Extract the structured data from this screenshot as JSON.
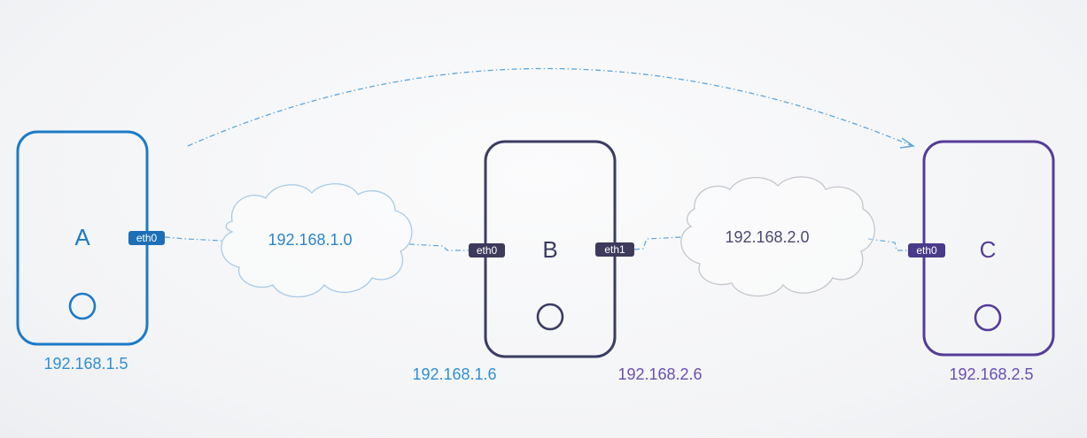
{
  "colors": {
    "host_a": "#1d7ac6",
    "host_b": "#3b3c63",
    "host_c": "#553c98",
    "net1_text": "#2b86cc",
    "net2_text": "#4b4a72",
    "ip_blue": "#2f8fd6",
    "ip_purple": "#6a4fb0",
    "port_a": "#1d6fb8",
    "port_dark": "#3d3a5c",
    "port_c": "#4a3a8a",
    "cloud1_stroke": "#a9cbe6",
    "cloud2_stroke": "#c4c6cc",
    "link": "#5ea6dc",
    "arc": "#5ea6dc"
  },
  "hosts": {
    "a": {
      "name": "A",
      "ip": "192.168.1.5",
      "port": "eth0"
    },
    "b": {
      "name": "B",
      "ip_left": "192.168.1.6",
      "ip_right": "192.168.2.6",
      "port_left": "eth0",
      "port_right": "eth1"
    },
    "c": {
      "name": "C",
      "ip": "192.168.2.5",
      "port": "eth0"
    }
  },
  "networks": {
    "net1": {
      "label": "192.168.1.0"
    },
    "net2": {
      "label": "192.168.2.0"
    }
  }
}
